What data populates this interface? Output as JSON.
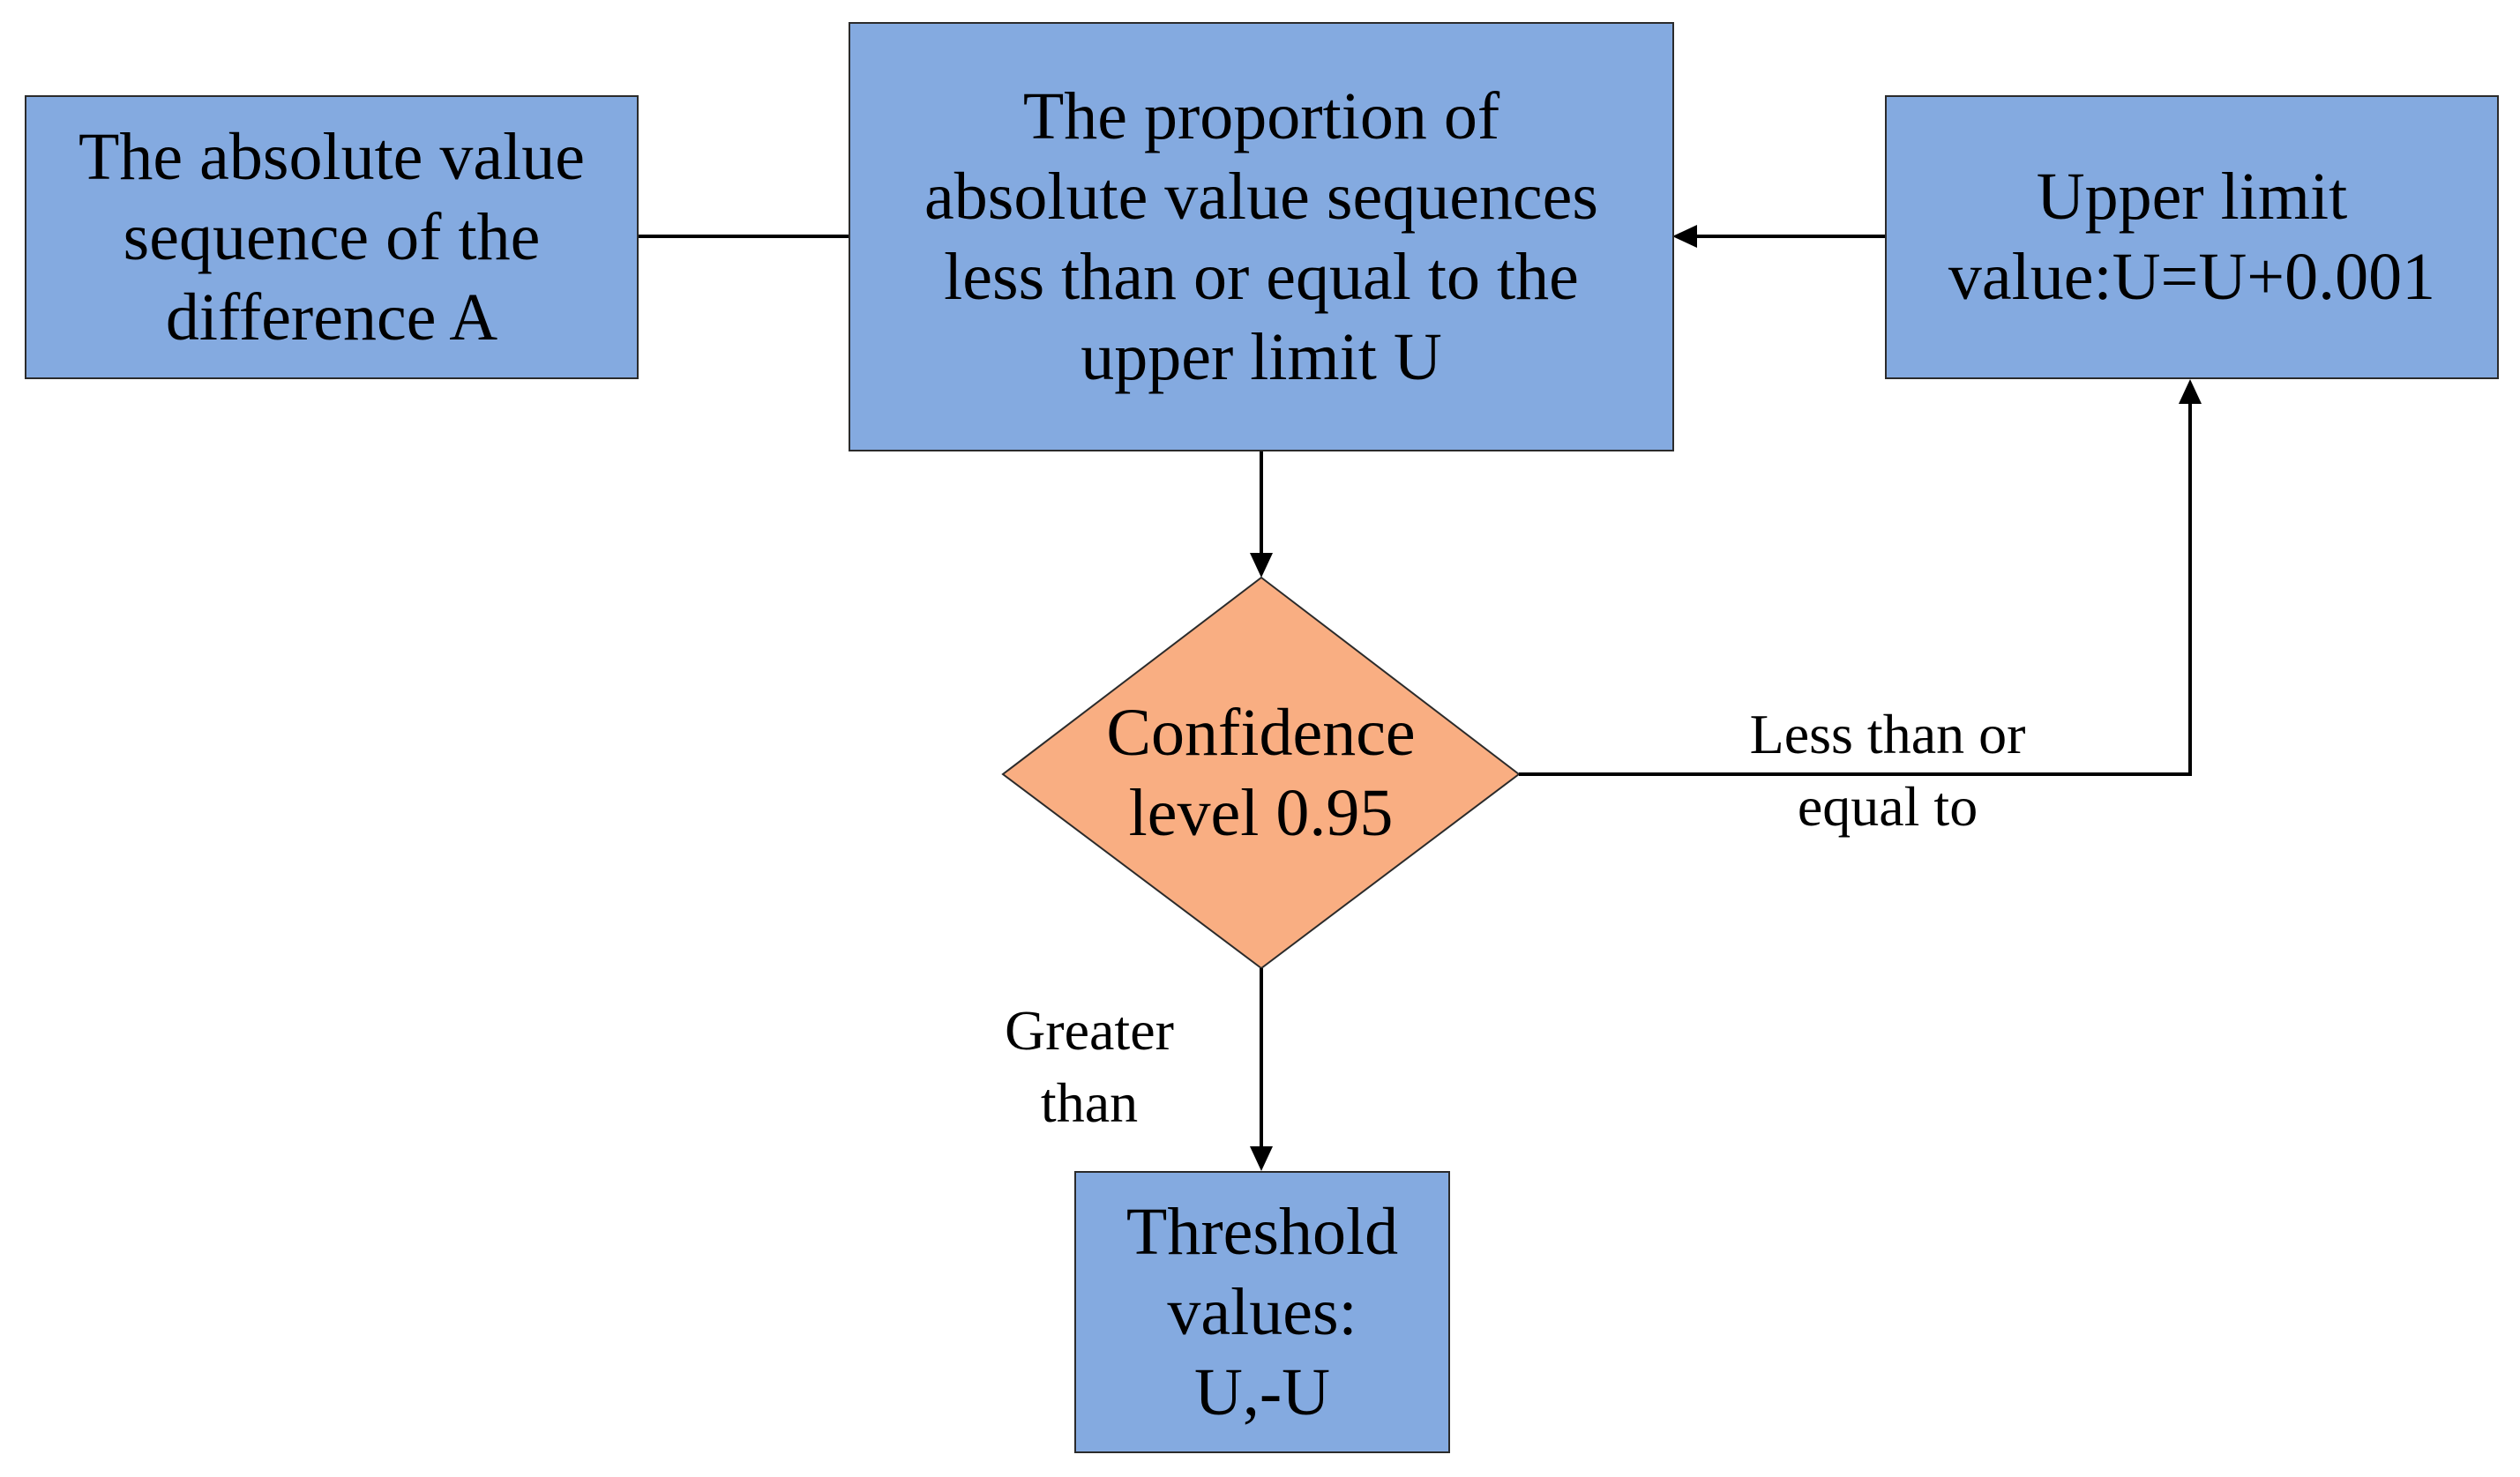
{
  "nodes": {
    "input_box": {
      "lines": [
        "The absolute value",
        "sequence of the",
        "difference A"
      ]
    },
    "proportion_box": {
      "lines": [
        "The proportion of",
        "absolute value sequences",
        "less than or equal to the",
        "upper limit U"
      ]
    },
    "upper_limit_box": {
      "lines": [
        "Upper limit",
        "value:U=U+0.001"
      ]
    },
    "decision_diamond": {
      "lines": [
        "Confidence",
        "level 0.95"
      ]
    },
    "threshold_box": {
      "lines": [
        "Threshold",
        "values:",
        "U,-U"
      ]
    }
  },
  "edges": {
    "less_equal_label": {
      "lines": [
        "Less than or",
        "equal to"
      ]
    },
    "greater_label": {
      "lines": [
        "Greater",
        "than"
      ]
    }
  },
  "colors": {
    "box_fill": "#84AAE0",
    "diamond_fill": "#F9AE82",
    "stroke": "#000000"
  }
}
